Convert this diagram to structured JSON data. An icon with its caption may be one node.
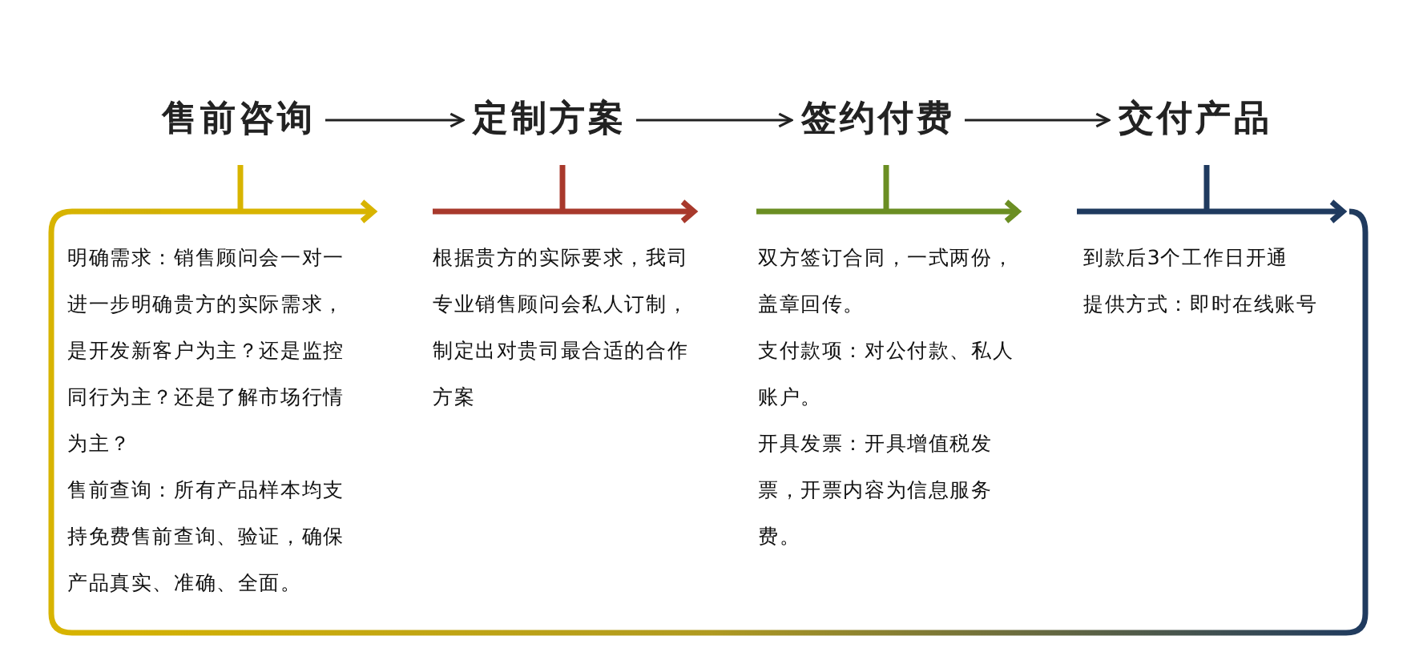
{
  "diagram": {
    "nodes": [
      {
        "text": [
          "售前咨询"
        ]
      },
      {
        "text": [
          "定制方案"
        ]
      },
      {
        "text": [
          "签约付费"
        ]
      },
      {
        "text": [
          "交付产品"
        ]
      }
    ],
    "edges": [
      {
        "from": 0,
        "to": 1,
        "arrow": "to"
      },
      {
        "from": 1,
        "to": 2,
        "arrow": "to"
      },
      {
        "from": 2,
        "to": 3,
        "arrow": "to"
      }
    ],
    "labels": [
      "明确需求：销售顾问会一对一进一步明确贵方的实际需求，是开发新客户为主？还是监控同行为主？还是了解市场行情为主？",
      "售前查询：所有产品样本均支持免费售前查询、验证，确保产品真实、准确、全面。",
      "根据贵方的实际要求，我司专业销售顾问会私人订制，制定出对贵司最合适的合作方案",
      "双方签订合同，一式两份，盖章回传。",
      "支付款项：对公付款、私人账户。",
      "开具发票：开具增值税发票，开票内容为信息服务费。",
      "到款后3个工作日开通",
      "提供方式：即时在线账号"
    ]
  }
}
